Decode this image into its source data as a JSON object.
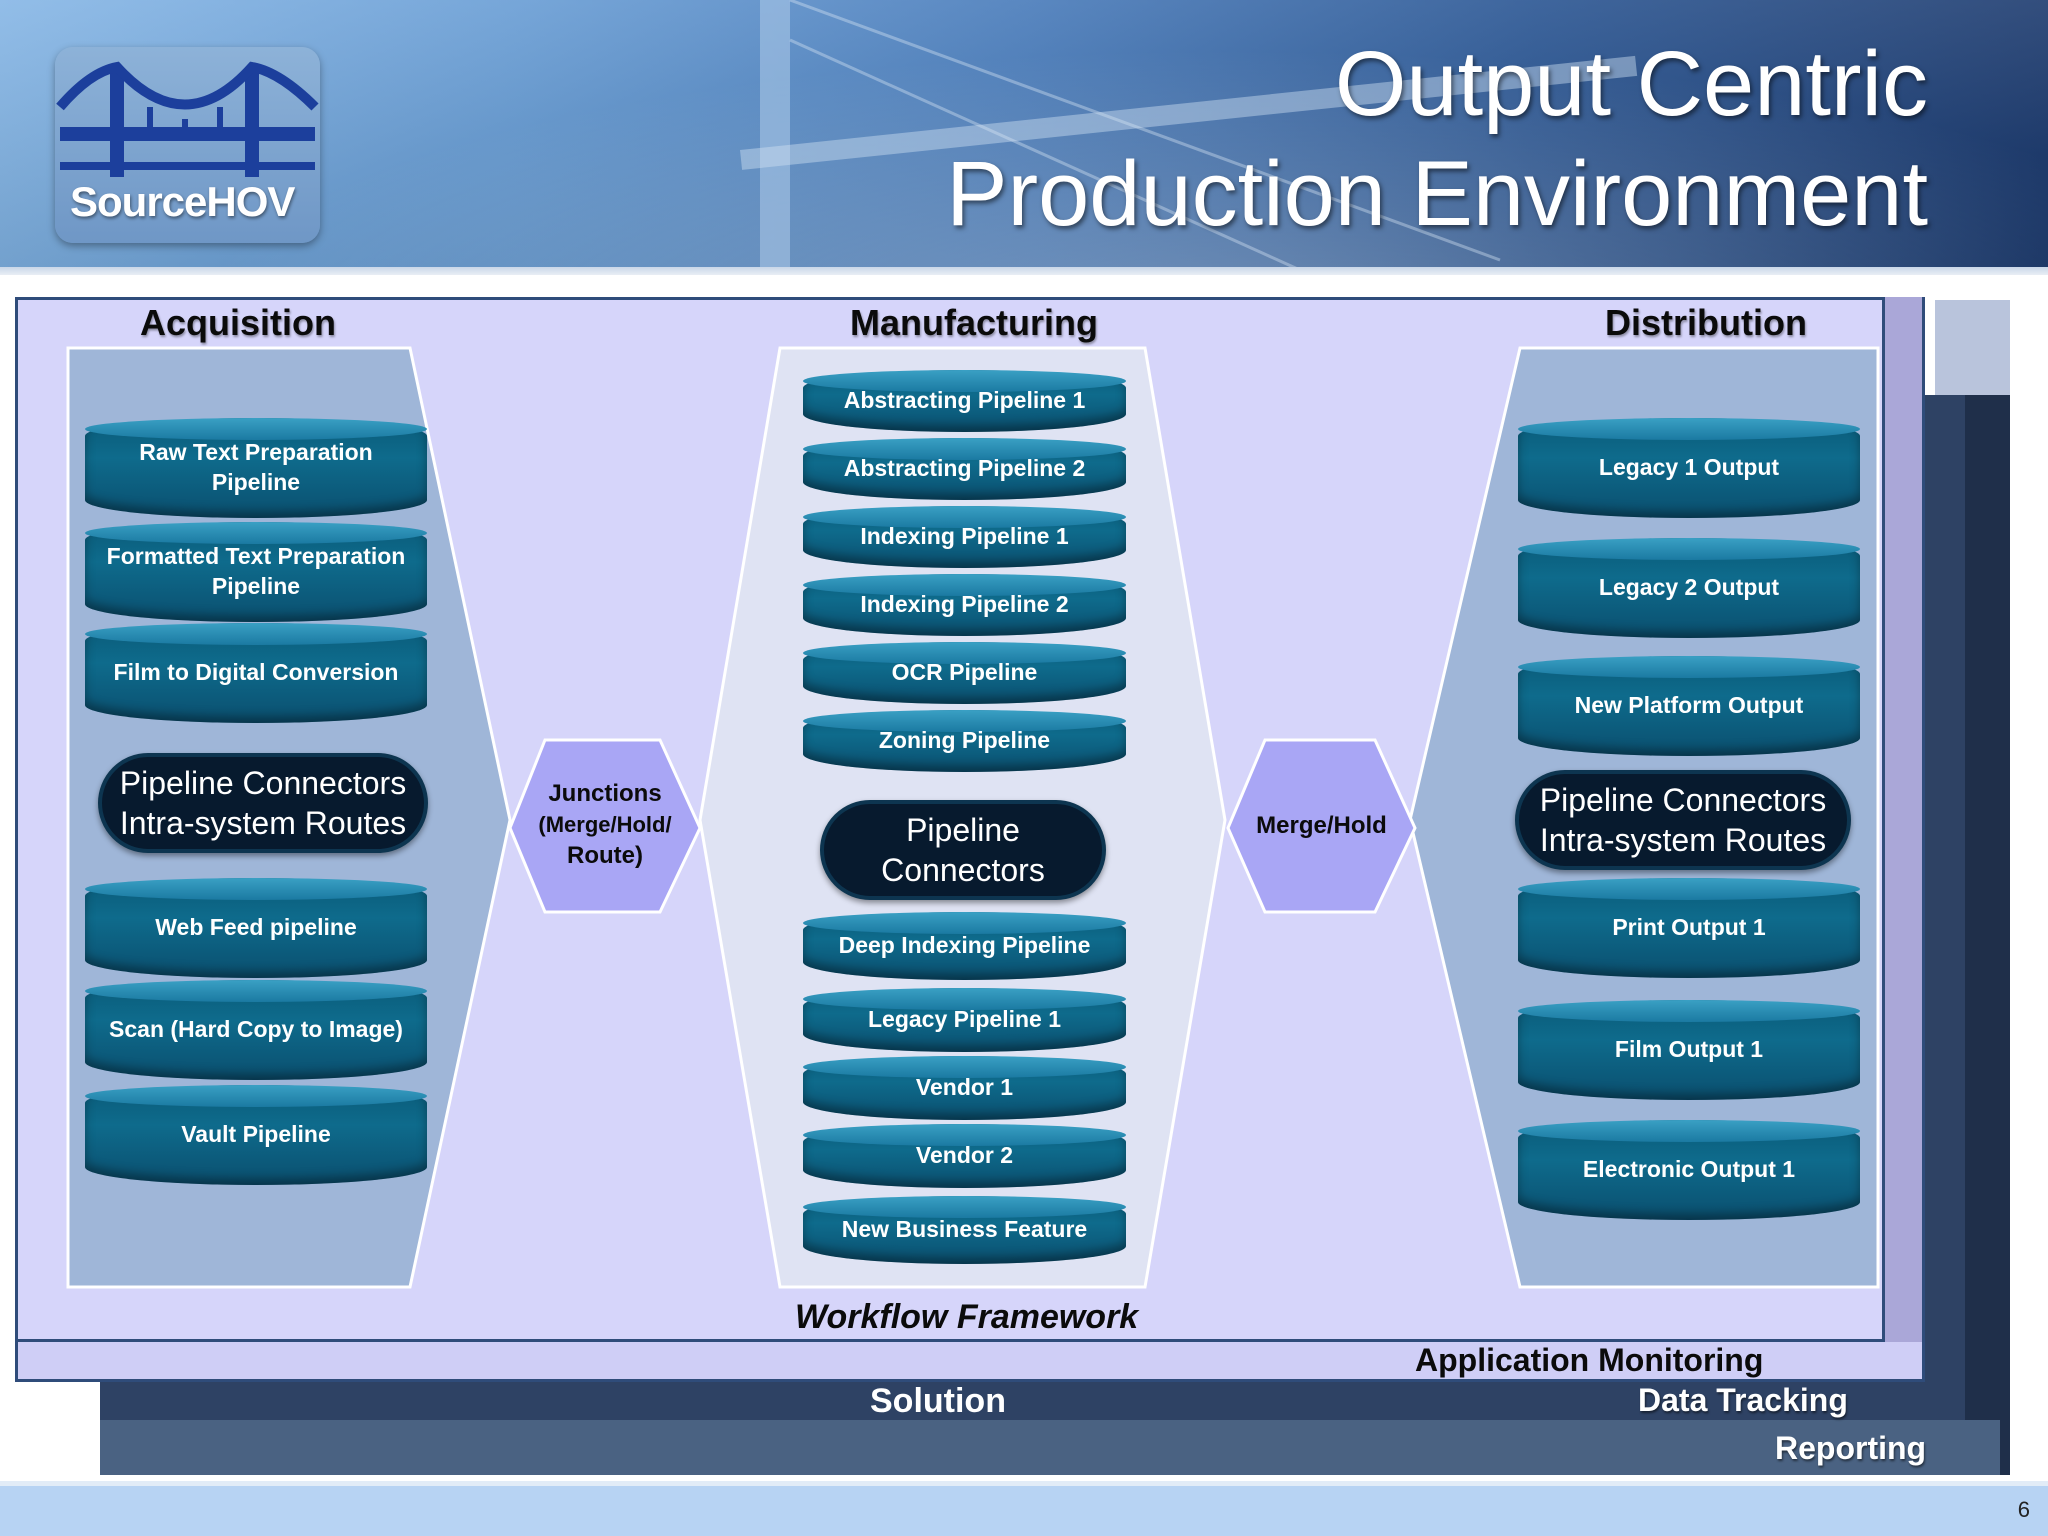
{
  "slide": {
    "title_line1": "Output Centric",
    "title_line2": "Production Environment",
    "logo_text": "SourceHOV",
    "page_number": "6"
  },
  "sections": {
    "acquisition": "Acquisition",
    "manufacturing": "Manufacturing",
    "distribution": "Distribution"
  },
  "acquisition": {
    "pipelines_top": [
      "Raw Text  Preparation Pipeline",
      "Formatted Text Preparation Pipeline",
      "Film to Digital Conversion"
    ],
    "connector": [
      "Pipeline Connectors",
      "Intra-system Routes"
    ],
    "pipelines_bottom": [
      "Web Feed pipeline",
      "Scan (Hard Copy to Image)",
      "Vault Pipeline"
    ]
  },
  "junction": {
    "lines": [
      "Junctions",
      "(Merge/Hold/",
      "Route)"
    ]
  },
  "manufacturing": {
    "pipelines_top": [
      "Abstracting Pipeline 1",
      "Abstracting Pipeline 2",
      "Indexing Pipeline 1",
      "Indexing Pipeline 2",
      "OCR Pipeline",
      "Zoning Pipeline"
    ],
    "connector": "Pipeline Connectors",
    "pipelines_bottom": [
      "Deep Indexing Pipeline",
      "Legacy Pipeline 1",
      "Vendor 1",
      "Vendor 2",
      "New Business Feature"
    ]
  },
  "merge": {
    "label": "Merge/Hold"
  },
  "distribution": {
    "outputs_top": [
      "Legacy 1 Output",
      "Legacy 2 Output",
      "New Platform Output"
    ],
    "connector": [
      "Pipeline Connectors",
      "Intra-system Routes"
    ],
    "outputs_bottom": [
      "Print Output 1",
      "Film Output 1",
      "Electronic Output 1"
    ]
  },
  "layers": {
    "workflow": "Workflow Framework",
    "monitoring": "Application Monitoring",
    "solution": "Solution",
    "tracking": "Data Tracking",
    "reporting": "Reporting"
  }
}
